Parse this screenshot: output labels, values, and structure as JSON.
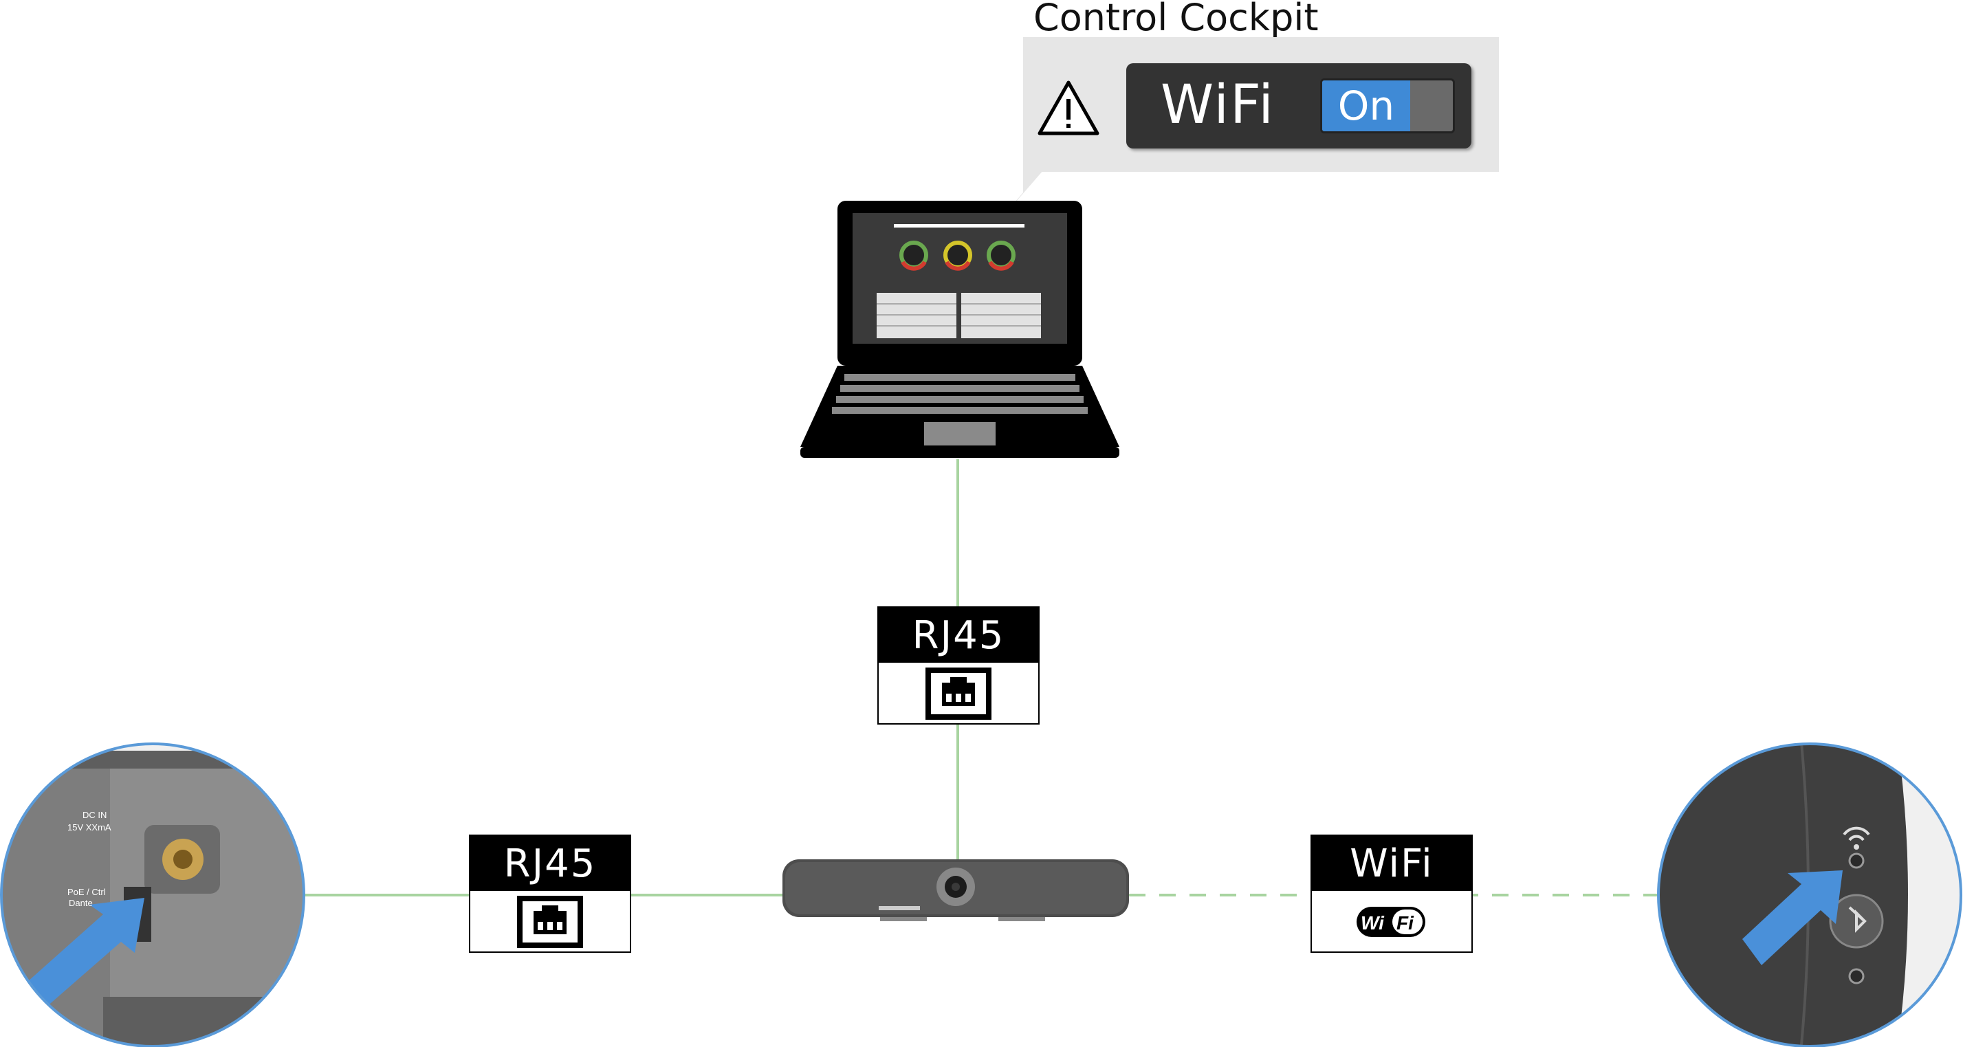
{
  "cockpit": {
    "title": "Control Cockpit",
    "setting_label": "WiFi",
    "toggle_label": "On",
    "warning_icon": "warning-triangle-icon"
  },
  "connections": {
    "laptop_to_bar": {
      "label": "RJ45",
      "icon": "ethernet-port-icon"
    },
    "port_to_bar": {
      "label": "RJ45",
      "icon": "ethernet-port-icon"
    },
    "bar_to_device": {
      "label": "WiFi",
      "icon": "wifi-logo-icon",
      "logo_text": "WiFi"
    }
  },
  "colors": {
    "wired_line": "#a8d4a0",
    "wireless_line": "#a8d4a0",
    "accent_blue": "#3f8ad6",
    "circle_border": "#5a9ad8"
  }
}
